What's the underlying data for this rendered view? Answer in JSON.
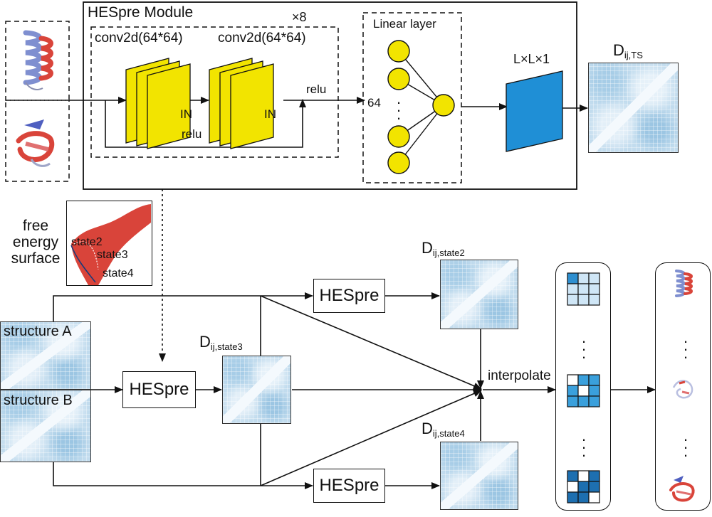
{
  "module": {
    "title": "HESpre Module",
    "repeat": "×8",
    "conv_label_1": "conv2d(64*64)",
    "conv_label_2": "conv2d(64*64)",
    "in_label_1": "IN",
    "in_label_2": "IN",
    "relu_inner": "relu",
    "relu_outer": "relu",
    "linear_layer": "Linear layer",
    "input_dim": "64",
    "ellipsis": "·\n·\n·",
    "output_shape": "L×L×1"
  },
  "outputs": {
    "dij_ts": "D",
    "dij_ts_sub": "ij,TS",
    "dij_state2": "D",
    "dij_state2_sub": "ij,state2",
    "dij_state3": "D",
    "dij_state3_sub": "ij,state3",
    "dij_state4": "D",
    "dij_state4_sub": "ij,state4"
  },
  "fes": {
    "label_line1": "free",
    "label_line2": "energy",
    "label_line3": "surface",
    "state2": "state2",
    "state3": "state3",
    "state4": "state4"
  },
  "structures": {
    "a": "structure A",
    "b": "structure B"
  },
  "hespre": {
    "top": "HESpre",
    "middle": "HESpre",
    "bottom": "HESpre"
  },
  "interpolate": "interpolate",
  "colors": {
    "yellow": "#f2e400",
    "blue": "#1f8fd6",
    "matrix": "#c2dcee",
    "fes": "#d9443a"
  }
}
